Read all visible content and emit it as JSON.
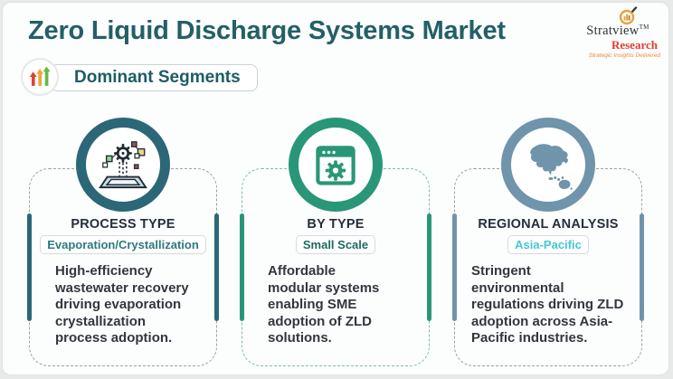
{
  "page": {
    "title": "Zero Liquid Discharge Systems Market",
    "section_label": "Dominant Segments"
  },
  "logo": {
    "brand_top": "Stratview",
    "trademark": "TM",
    "brand_bottom": "Research",
    "tagline": "Strategic Insights Delivered"
  },
  "cards": [
    {
      "title": "PROCESS TYPE",
      "badge": "Evaporation/Crystallization",
      "body": "High-efficiency\nwastewater recovery\ndriving evaporation\ncrystallization\nprocess adoption.",
      "icon": "process-digitization-icon",
      "accent": "#2b6777",
      "badge_color": "#2c7a80",
      "dash_color": "#9aa3a7"
    },
    {
      "title": "BY TYPE",
      "badge": "Small Scale",
      "body": "Affordable\nmodular systems\nenabling SME\nadoption of ZLD\nsolutions.",
      "icon": "browser-gear-icon",
      "accent": "#2a9678",
      "badge_color": "#1e6a60",
      "dash_color": "#84bcae"
    },
    {
      "title": "REGIONAL ANALYSIS",
      "badge": "Asia-Pacific",
      "body": "Stringent\nenvironmental\nregulations driving ZLD\nadoption across Asia-\nPacific industries.",
      "icon": "asia-pacific-map-icon",
      "accent": "#6f94ab",
      "badge_color": "#45c7cd",
      "dash_color": "#9aa3a7"
    }
  ],
  "colors": {
    "header_text": "#235f66",
    "section_label_text": "#1d5c66",
    "body_text": "#32373e",
    "logo_red": "#e23b2e",
    "logo_orange": "#e78f3e",
    "arrow_red": "#d8453a",
    "arrow_orange": "#eda53b",
    "arrow_green": "#67b945"
  }
}
